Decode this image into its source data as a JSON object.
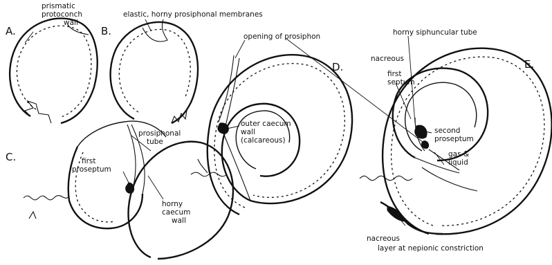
{
  "panels": {
    "a": "A.",
    "b": "B.",
    "c": "C.",
    "d": "D.",
    "e": "E."
  },
  "labels": {
    "prismatic_protoconch_wall": [
      "prismatic",
      "protoconch",
      "wall"
    ],
    "elastic_membranes": "elastic, horny prosiphonal membranes",
    "opening_of_prosiphon": "opening of prosiphon",
    "horny_siphuncular_tube": "horny siphuncular tube",
    "nacreous": "nacreous",
    "first_septum": [
      "first",
      "septum"
    ],
    "prosiphonal_tube": [
      "prosiphonal",
      "tube"
    ],
    "first_proseptum": [
      "first",
      "proseptum"
    ],
    "outer_caecum_wall": [
      "outer caecum",
      "wall",
      "(calcareous)"
    ],
    "second_proseptum": [
      "second",
      "proseptum"
    ],
    "gas_liquid": [
      "gas &",
      "liquid"
    ],
    "horny_caecum_wall": [
      "horny",
      "caecum",
      "wall"
    ],
    "nacreous_layer": [
      "nacreous",
      "layer at nepionic constriction"
    ]
  }
}
